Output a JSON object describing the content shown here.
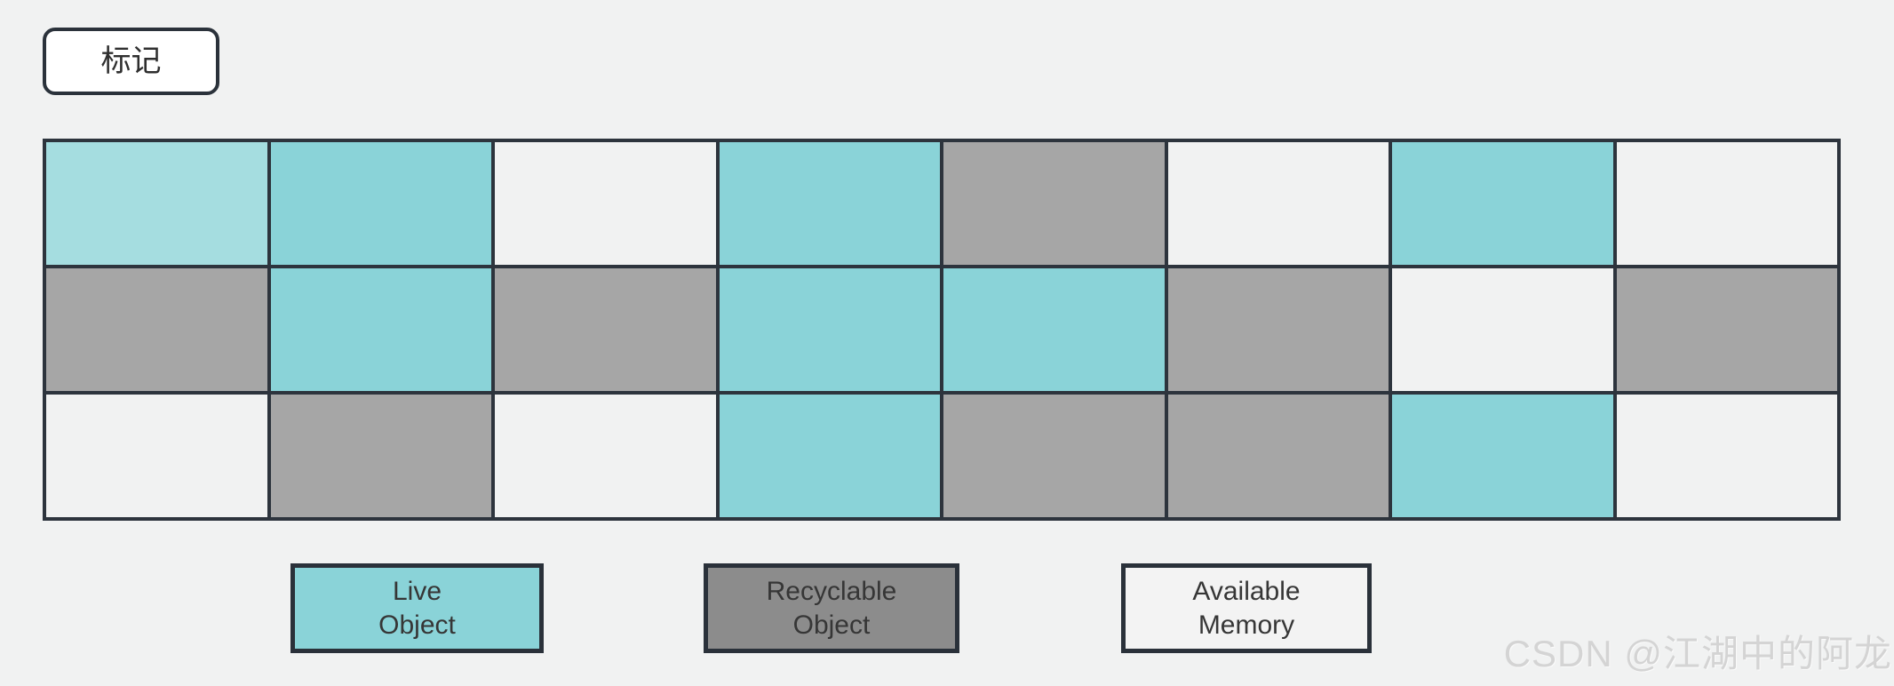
{
  "page": {
    "background": "#f1f2f2",
    "border_color": "#2d343d"
  },
  "button": {
    "label": "标记"
  },
  "colors": {
    "live": "#8ad3d8",
    "live_light": "#a5dde0",
    "recyclable": "#a6a6a6",
    "free": "#f1f2f2"
  },
  "grid": {
    "columns": 8,
    "rows": [
      [
        "live_light",
        "live",
        "free",
        "live",
        "recyclable",
        "free",
        "live",
        "free"
      ],
      [
        "recyclable",
        "live",
        "recyclable",
        "live",
        "live",
        "recyclable",
        "free",
        "recyclable"
      ],
      [
        "free",
        "recyclable",
        "free",
        "live",
        "recyclable",
        "recyclable",
        "live",
        "free"
      ]
    ]
  },
  "legend": {
    "items": [
      {
        "id": "live-object",
        "label": "Live\nObject",
        "color": "#8ad3d8"
      },
      {
        "id": "recyclable-object",
        "label": "Recyclable\nObject",
        "color": "#8c8c8c"
      },
      {
        "id": "available-memory",
        "label": "Available\nMemory",
        "color": "#f3f3f3"
      }
    ]
  },
  "watermark": {
    "text": "CSDN @江湖中的阿龙"
  }
}
